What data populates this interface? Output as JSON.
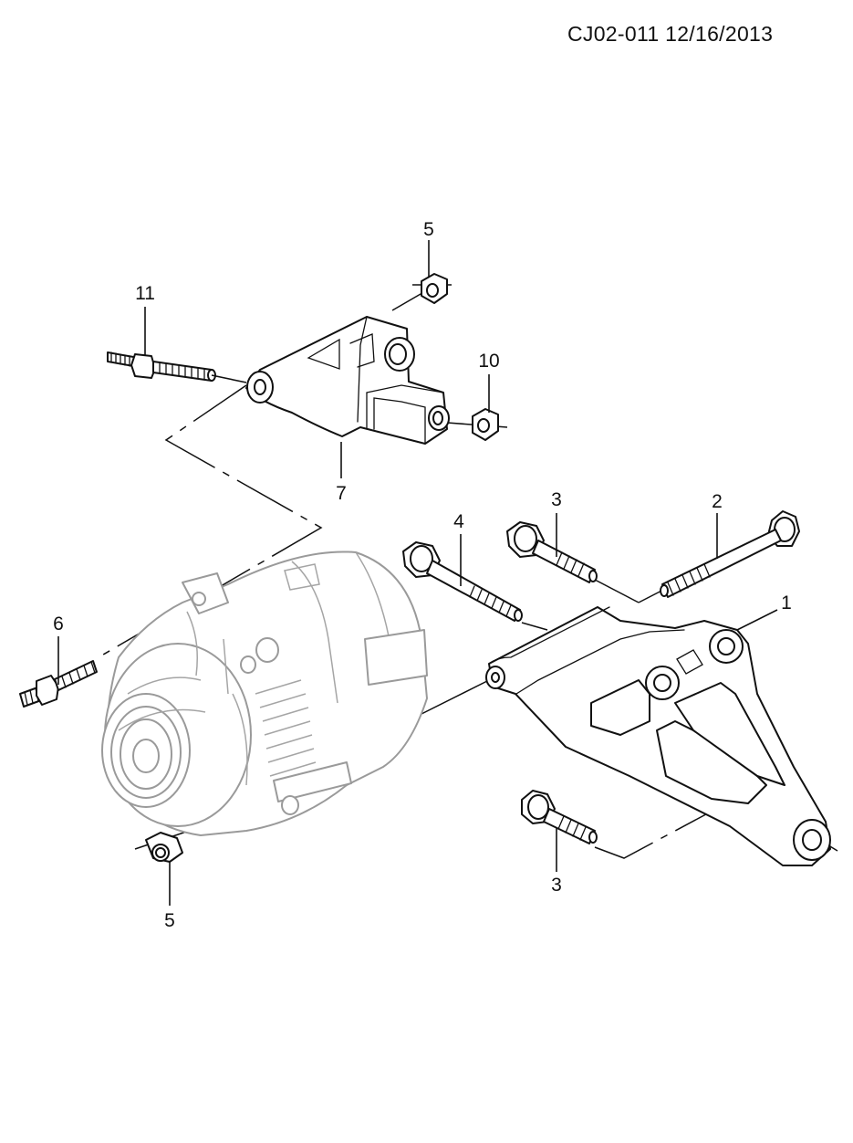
{
  "header": {
    "drawing_code": "CJ02-011  12/16/2013"
  },
  "callouts": {
    "c1": "1",
    "c2": "2",
    "c3_upper": "3",
    "c3_lower": "3",
    "c4": "4",
    "c5_upper": "5",
    "c5_lower": "5",
    "c6": "6",
    "c7": "7",
    "c10": "10",
    "c11": "11"
  }
}
